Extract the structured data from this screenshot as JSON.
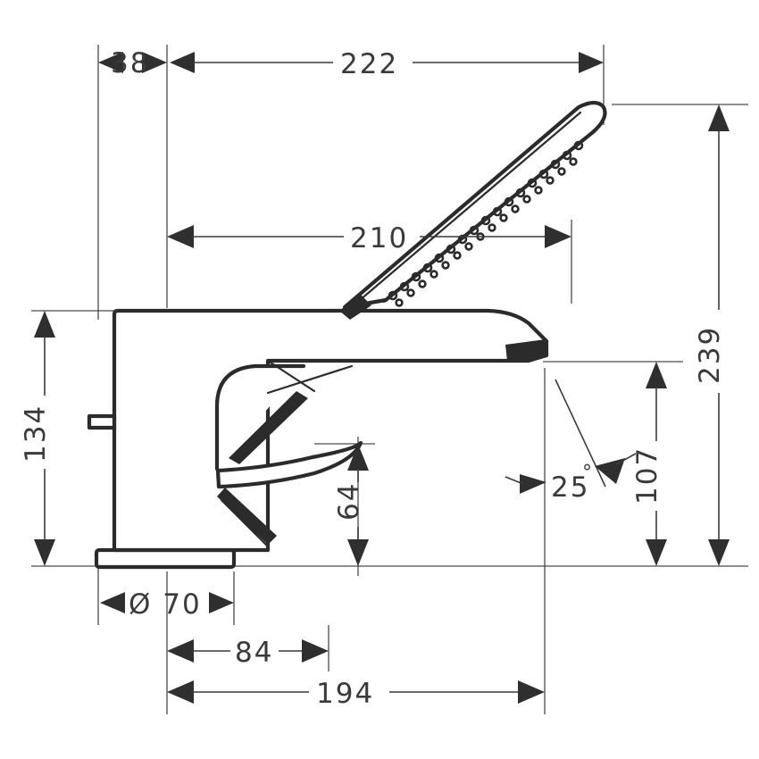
{
  "drawing": {
    "title": "Bath mixer technical dimension drawing",
    "units": "mm",
    "line_color": "#2b2b2b",
    "dim_color": "#3a3a3a",
    "background": "#ffffff"
  },
  "dimensions": {
    "d38": {
      "label": "38",
      "value": 38,
      "orientation": "horizontal",
      "position": "top-left"
    },
    "d222": {
      "label": "222",
      "value": 222,
      "orientation": "horizontal",
      "position": "top"
    },
    "d210": {
      "label": "210",
      "value": 210,
      "orientation": "horizontal",
      "position": "upper-middle"
    },
    "d239": {
      "label": "239",
      "value": 239,
      "orientation": "vertical",
      "position": "far-right"
    },
    "d107": {
      "label": "107",
      "value": 107,
      "orientation": "vertical",
      "position": "right"
    },
    "d134": {
      "label": "134",
      "value": 134,
      "orientation": "vertical",
      "position": "left"
    },
    "d64": {
      "label": "64",
      "value": 64,
      "orientation": "vertical",
      "position": "center"
    },
    "d70": {
      "label": "Ø 70",
      "value": 70,
      "orientation": "horizontal",
      "position": "bottom",
      "symbol": "diameter"
    },
    "d84": {
      "label": "84",
      "value": 84,
      "orientation": "horizontal",
      "position": "bottom"
    },
    "d194": {
      "label": "194",
      "value": 194,
      "orientation": "horizontal",
      "position": "bottom"
    },
    "angle25": {
      "label": "25",
      "unit_symbol": "°",
      "value": 25,
      "orientation": "angular",
      "position": "right-middle"
    }
  },
  "parts": {
    "body": "mixer-body",
    "spout": "spout",
    "lever": "lever-handle",
    "diverter": "diverter-button",
    "base_plate": "base-plate",
    "handshower": "handshower",
    "handshower_spray_face": "spray-face-nozzles",
    "hose_connection": "hose-outlet"
  }
}
